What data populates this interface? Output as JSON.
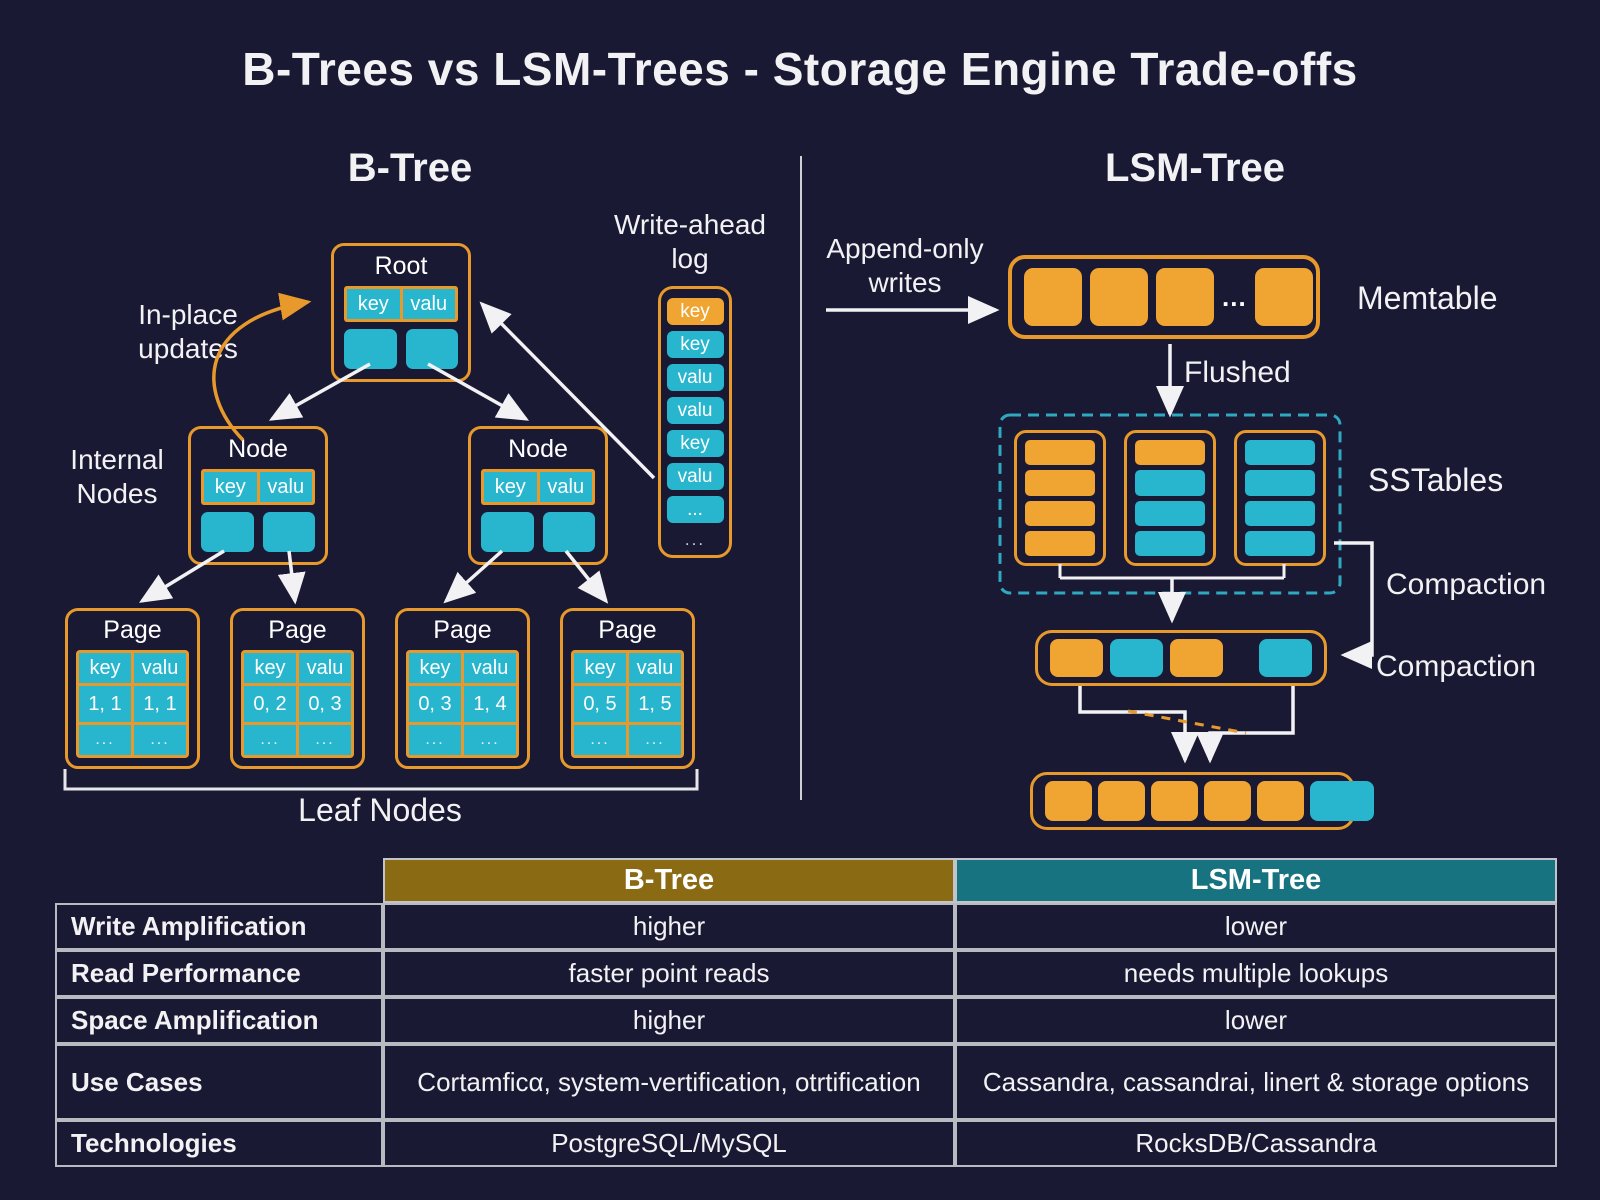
{
  "title": "B-Trees vs LSM-Trees - Storage Engine Trade-offs",
  "btree": {
    "heading": "B-Tree",
    "inplace_label": "In-place\nupdates",
    "internal_label": "Internal\nNodes",
    "wal_label": "Write-ahead\nlog",
    "leaf_label": "Leaf Nodes",
    "root": {
      "title": "Root",
      "key": "key",
      "valu": "valu"
    },
    "node_left": {
      "title": "Node",
      "key": "key",
      "valu": "valu"
    },
    "node_right": {
      "title": "Node",
      "key": "key",
      "valu": "valu"
    },
    "wal_cells": [
      {
        "text": "key",
        "color": "orange"
      },
      {
        "text": "key",
        "color": "cyan"
      },
      {
        "text": "valu",
        "color": "cyan"
      },
      {
        "text": "valu",
        "color": "cyan"
      },
      {
        "text": "key",
        "color": "cyan"
      },
      {
        "text": "valu",
        "color": "cyan"
      },
      {
        "text": "...",
        "color": "cyan"
      }
    ],
    "wal_footer": "...",
    "pages": [
      {
        "title": "Page",
        "header": [
          "key",
          "valu"
        ],
        "values": [
          "1, 1",
          "1, 1"
        ],
        "dots": [
          "...",
          "..."
        ]
      },
      {
        "title": "Page",
        "header": [
          "key",
          "valu"
        ],
        "values": [
          "0, 2",
          "0, 3"
        ],
        "dots": [
          "...",
          "..."
        ]
      },
      {
        "title": "Page",
        "header": [
          "key",
          "valu"
        ],
        "values": [
          "0, 3",
          "1, 4"
        ],
        "dots": [
          "...",
          "..."
        ]
      },
      {
        "title": "Page",
        "header": [
          "key",
          "valu"
        ],
        "values": [
          "0, 5",
          "1, 5"
        ],
        "dots": [
          "...",
          "..."
        ]
      }
    ]
  },
  "lsm": {
    "heading": "LSM-Tree",
    "append_label": "Append-only\nwrites",
    "memtable_label": "Memtable",
    "memtable_cells": [
      "orange",
      "orange",
      "orange",
      "dots",
      "orange"
    ],
    "memtable_dots": "...",
    "flushed_label": "Flushed",
    "sstables_label": "SSTables",
    "compaction_labels": [
      "Compaction",
      "Compaction"
    ],
    "sstable_stacks": [
      [
        "orange",
        "orange",
        "orange",
        "orange"
      ],
      [
        "orange",
        "cyan",
        "cyan",
        "cyan"
      ],
      [
        "cyan",
        "cyan",
        "cyan",
        "cyan"
      ]
    ],
    "mid_row_cells": [
      "orange",
      "cyan",
      "orange",
      "gap",
      "cyan"
    ],
    "bottom_row_cells": [
      "orange",
      "orange",
      "orange",
      "orange",
      "orange",
      "gap",
      "cyan"
    ]
  },
  "table": {
    "col_headers": [
      "B-Tree",
      "LSM-Tree"
    ],
    "rows": [
      {
        "label": "Write Amplification",
        "btree": "higher",
        "lsm": "lower"
      },
      {
        "label": "Read Performance",
        "btree": "faster point reads",
        "lsm": "needs multiple lookups"
      },
      {
        "label": "Space Amplification",
        "btree": "higher",
        "lsm": "lower"
      },
      {
        "label": "Use Cases",
        "btree": "Cortamficα, system-vertification, otrtification",
        "lsm": "Cassandra, cassandrai, linert & storage options"
      },
      {
        "label": "Technologies",
        "btree": "PostgreSQL/MySQL",
        "lsm": "RocksDB/Cassandra"
      }
    ]
  },
  "colors": {
    "background": "#191933",
    "orange": "#F0A432",
    "cyan": "#27B6CD",
    "arrow_orange": "#E8992B",
    "dashed_border": "#2FA8C0",
    "btree_header_bg": "#8A6A12",
    "lsm_header_bg": "#17737F"
  }
}
